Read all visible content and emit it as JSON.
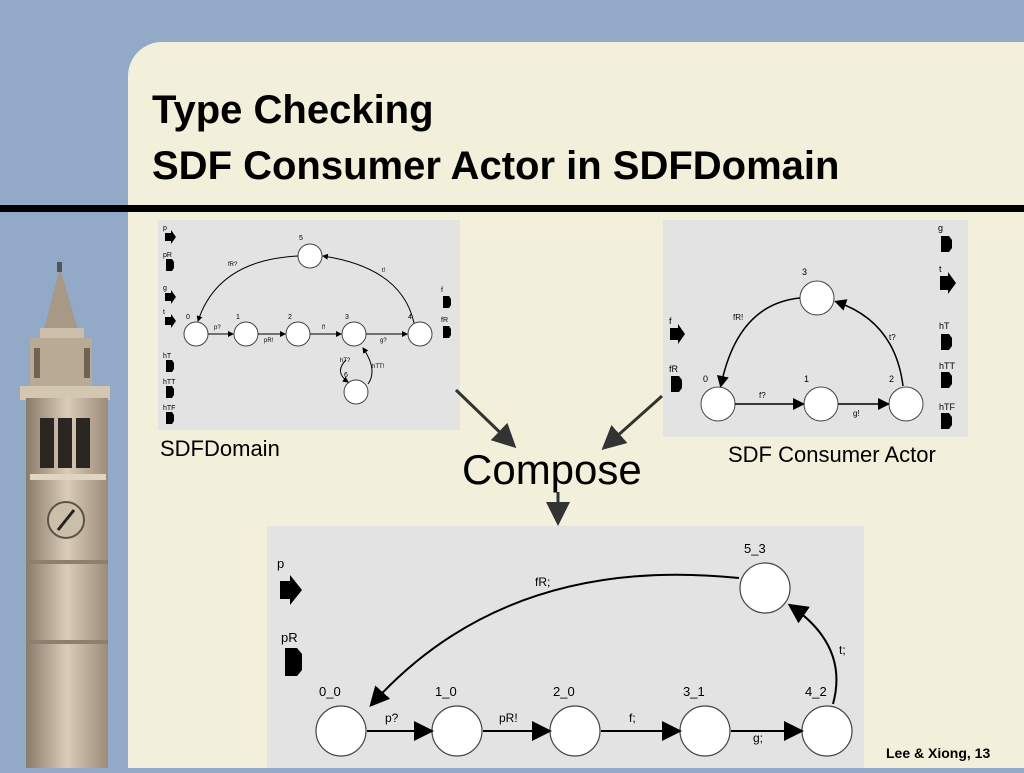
{
  "title": {
    "line1": "Type Checking",
    "line2": "SDF Consumer Actor in SDFDomain"
  },
  "figures": {
    "sdf_domain": {
      "caption": "SDFDomain",
      "left_ports": [
        "p",
        "pR",
        "g",
        "t",
        "hT",
        "hTT",
        "hTF"
      ],
      "right_ports": [
        "f",
        "fR"
      ],
      "states": [
        "0",
        "1",
        "2",
        "3",
        "4",
        "5",
        "6"
      ],
      "transitions": [
        "p?",
        "pR!",
        "f!",
        "g?",
        "fR?",
        "t!",
        "hT?",
        "hTT!"
      ]
    },
    "consumer_actor": {
      "caption": "SDF Consumer Actor",
      "left_ports": [
        "f",
        "fR"
      ],
      "right_ports": [
        "g",
        "t",
        "hT",
        "hTT",
        "hTF"
      ],
      "states": [
        "0",
        "1",
        "2",
        "3"
      ],
      "transitions": [
        "f?",
        "g!",
        "t?",
        "fR!"
      ]
    },
    "composed": {
      "ports": [
        "p",
        "pR"
      ],
      "states": [
        "0_0",
        "1_0",
        "2_0",
        "3_1",
        "4_2",
        "5_3"
      ],
      "transitions": [
        "p?",
        "pR!",
        "f;",
        "g;",
        "t;",
        "fR;"
      ]
    }
  },
  "compose_label": "Compose",
  "footer": "Lee & Xiong, 13",
  "colors": {
    "background": "#93a9c8",
    "panel": "#f2f0da",
    "figure_bg": "#e3e3e3"
  },
  "icons": [
    "campanile-tower-image",
    "port-arrow-icon",
    "port-flag-icon"
  ]
}
